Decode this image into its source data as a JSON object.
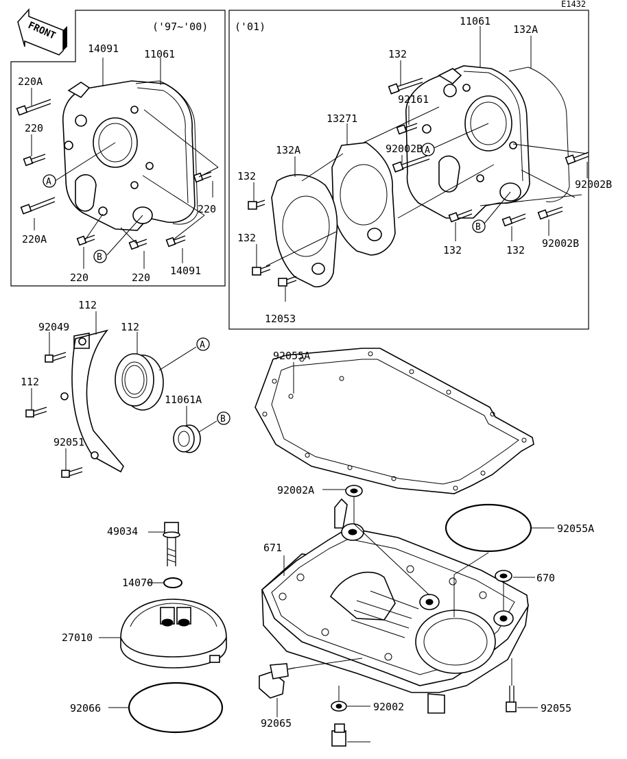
{
  "diagram_code": "E1432",
  "front_label": "FRONT",
  "panels": [
    {
      "label": "('97~'00)"
    },
    {
      "label": "('01)"
    }
  ],
  "ref_markers": [
    "A",
    "B"
  ],
  "part_labels": [
    "14091",
    "11061",
    "220A",
    "220",
    "220A",
    "220",
    "220",
    "220",
    "14091",
    "11061",
    "132A",
    "132",
    "92161",
    "13271",
    "132A",
    "92002B",
    "132",
    "92002B",
    "132",
    "132",
    "132",
    "92002B",
    "12053",
    "112",
    "92049",
    "112",
    "112",
    "92051",
    "11061A",
    "92055A",
    "92002A",
    "49034",
    "671",
    "92055A",
    "670",
    "14070",
    "27010",
    "92065",
    "92002",
    "92055",
    "92066"
  ]
}
